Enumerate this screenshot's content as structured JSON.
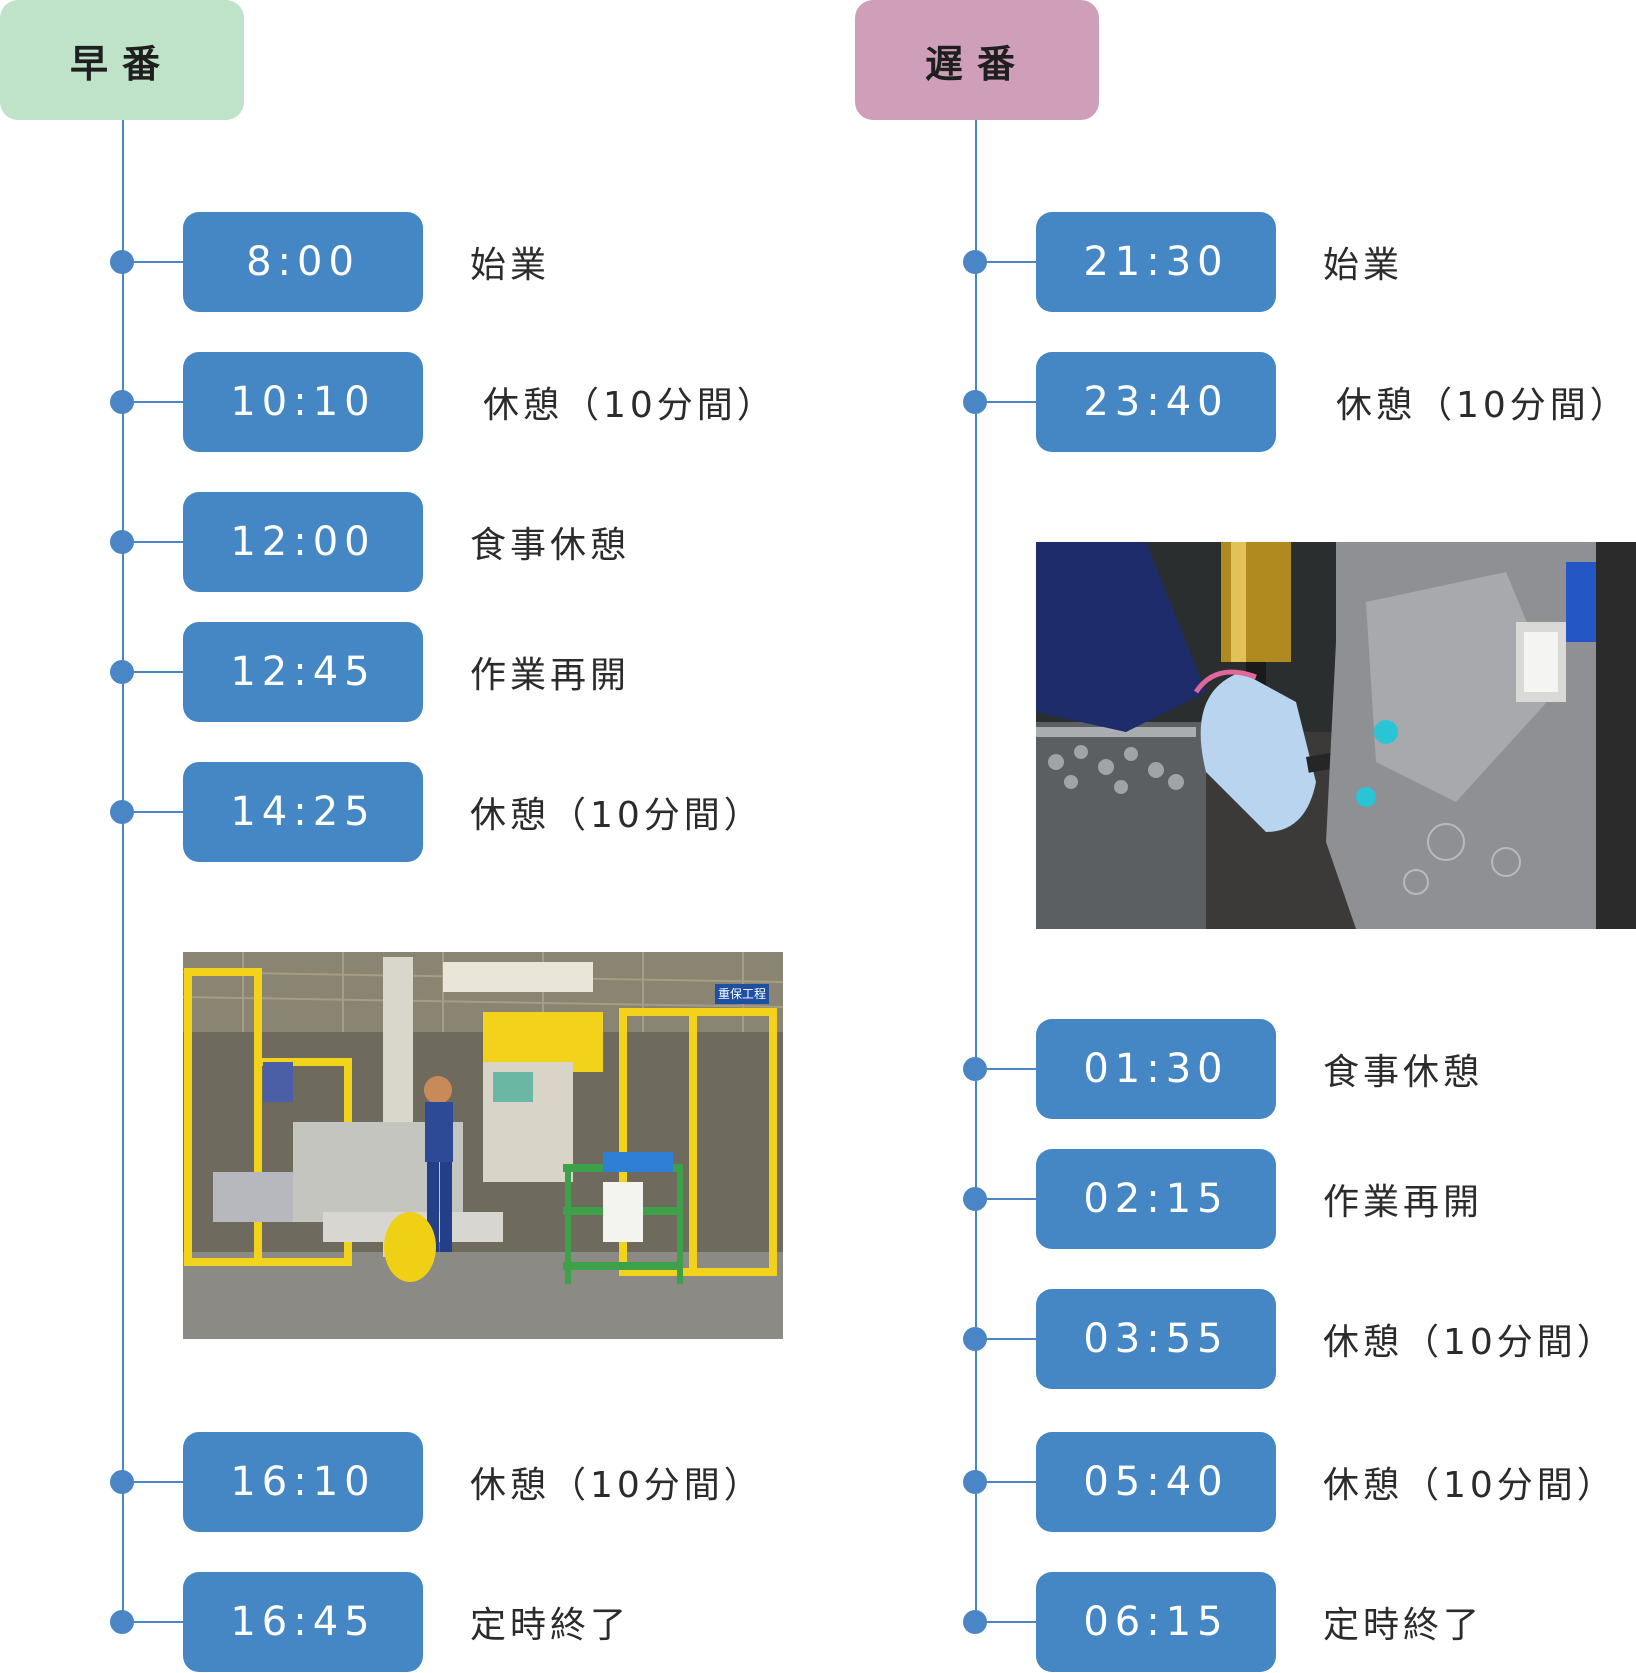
{
  "early_shift": {
    "header": "早番",
    "color": "#bfe3c8",
    "entries": [
      {
        "time": "8:00",
        "label": "始業"
      },
      {
        "time": "10:10",
        "label": "休憩（10分間）"
      },
      {
        "time": "12:00",
        "label": "食事休憩"
      },
      {
        "time": "12:45",
        "label": "作業再開"
      },
      {
        "time": "14:25",
        "label": "休憩（10分間）"
      },
      {
        "time": "16:10",
        "label": "休憩（10分間）"
      },
      {
        "time": "16:45",
        "label": "定時終了"
      }
    ]
  },
  "late_shift": {
    "header": "遅番",
    "color": "#cf9fb9",
    "entries": [
      {
        "time": "21:30",
        "label": "始業"
      },
      {
        "time": "23:40",
        "label": "休憩（10分間）"
      },
      {
        "time": "01:30",
        "label": "食事休憩"
      },
      {
        "time": "02:15",
        "label": "作業再開"
      },
      {
        "time": "03:55",
        "label": "休憩（10分間）"
      },
      {
        "time": "05:40",
        "label": "休憩（10分間）"
      },
      {
        "time": "06:15",
        "label": "定時終了"
      }
    ]
  },
  "photos": {
    "factory_sign": "重保工程"
  },
  "accent_color": "#4487c4"
}
